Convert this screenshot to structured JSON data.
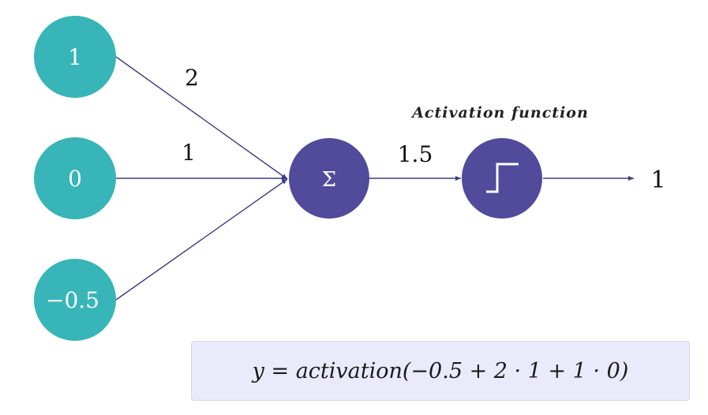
{
  "colors": {
    "input_node": "#37b5b8",
    "processing_node": "#524a9b",
    "edge": "#3e3a86",
    "formula_bg": "#ebeafb"
  },
  "inputs": [
    {
      "value": "1",
      "weight": "2"
    },
    {
      "value": "0",
      "weight": "1"
    },
    {
      "value": "−0.5",
      "weight": ""
    }
  ],
  "sum_node": {
    "symbol": "Σ",
    "icon": "sigma-icon"
  },
  "sum_output": "1.5",
  "activation": {
    "label": "Activation function",
    "icon": "step-function-icon"
  },
  "output": "1",
  "formula": "y = activation(−0.5 + 2 · 1 + 1 · 0)"
}
